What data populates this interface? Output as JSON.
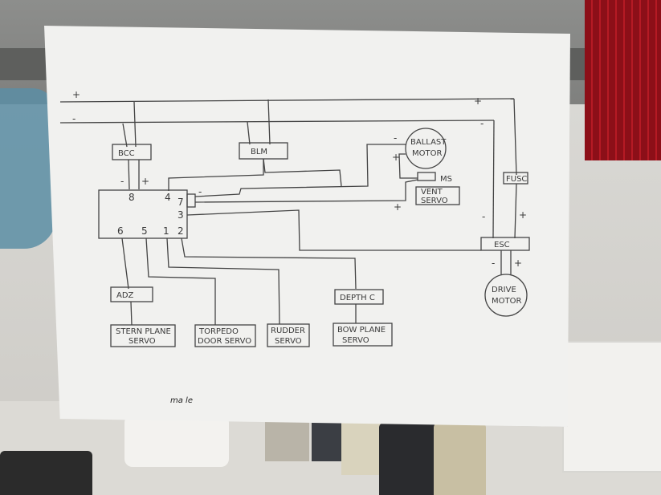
{
  "diagram": {
    "rails": {
      "positive": "+",
      "negative": "-"
    },
    "components": {
      "bcc": "BCC",
      "blm": "BLM",
      "ballast_motor": [
        "BALLAST",
        "MOTOR"
      ],
      "ms": "MS",
      "vent_servo": [
        "VENT",
        "SERVO"
      ],
      "fusc": "FUSC",
      "esc": "ESC",
      "drive_motor": [
        "DRIVE",
        "MOTOR"
      ],
      "adz": "ADZ",
      "depth_c": "DEPTH C",
      "stern_plane_servo": [
        "STERN PLANE",
        "SERVO"
      ],
      "torpedo_door_servo": [
        "TORPEDO",
        "DOOR SERVO"
      ],
      "rudder_servo": [
        "RUDDER",
        "SERVO"
      ],
      "bow_plane_servo": [
        "BOW PLANE",
        "SERVO"
      ]
    },
    "receiver_channels": {
      "ch8": "8",
      "ch4": "4",
      "ch7": "7",
      "ch3": "3",
      "ch6": "6",
      "ch5": "5",
      "ch1": "1",
      "ch2": "2"
    },
    "polarity": {
      "plus": "+",
      "minus": "-"
    },
    "signature": "ma le"
  }
}
